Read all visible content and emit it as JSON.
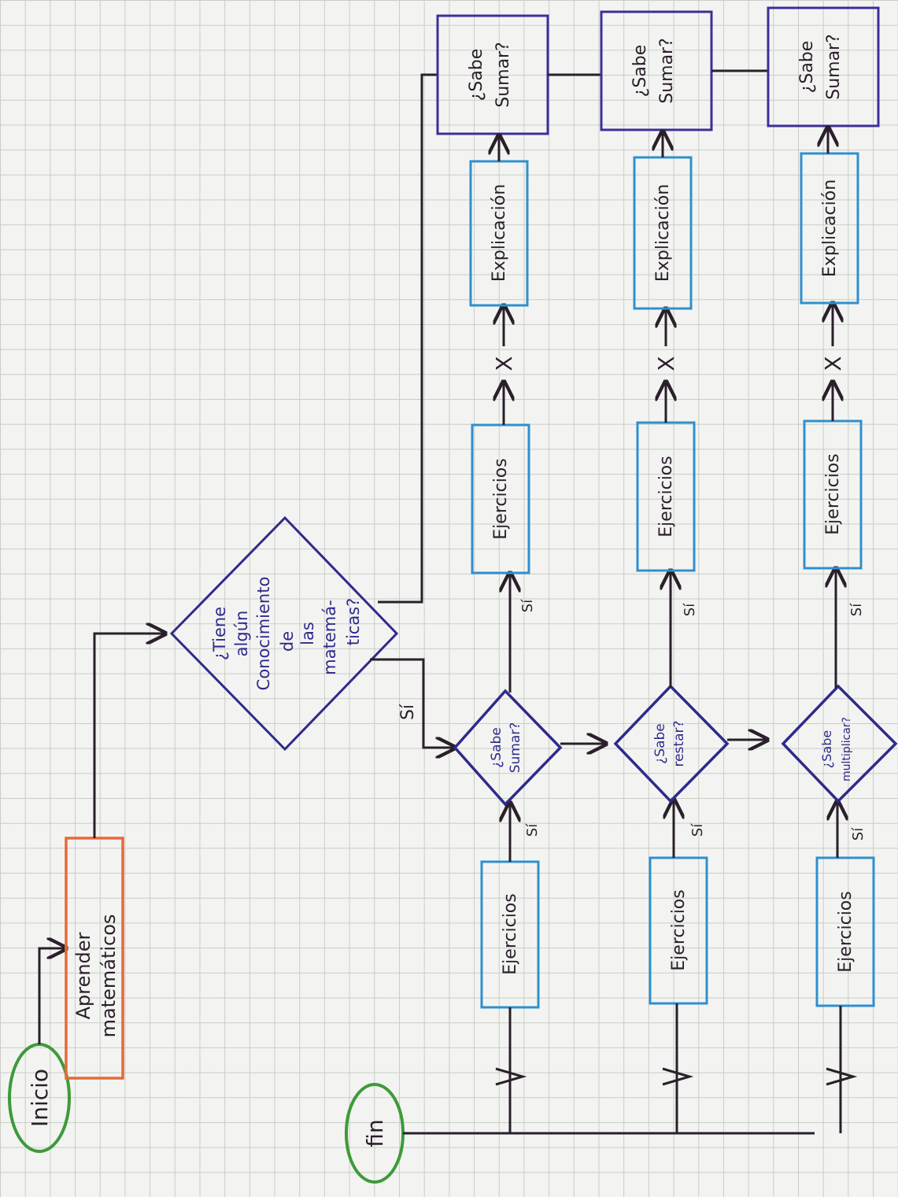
{
  "diagram": {
    "start_label": "Inicio",
    "end_label": "fin",
    "task_label_line1": "Aprender",
    "task_label_line2": "matemáticos",
    "decision_main_lines": [
      "¿Tiene",
      "algún",
      "Conocimiento",
      "de",
      "las",
      "matemá-",
      "ticas?"
    ],
    "yes_label": "Sí",
    "x_label": "X",
    "ask_sum_line1": "¿Sabe",
    "ask_sum_line2": "Sumar?",
    "exercises_label_1": "Ejercicios",
    "exercises_label_2": "Ejercicios",
    "exercises_label_3": "Ejercicios",
    "row_ejercicios_label": "Ejercicios",
    "explanation_label": "Explicación",
    "decision_sum_line1": "¿Sabe",
    "decision_sum_line2": "Sumar?",
    "decision_sub_line1": "¿Sabe",
    "decision_sub_line2": "restar?",
    "decision_mul_line1": "¿Sabe",
    "decision_mul_line2": "multiplicar?"
  },
  "colors": {
    "ink": "#2a1f2a",
    "start_end": "#3e9a3a",
    "task": "#e56a3a",
    "decision": "#2e2a8c",
    "process": "#2f8fd0",
    "box_purple": "#3b2f9a"
  }
}
